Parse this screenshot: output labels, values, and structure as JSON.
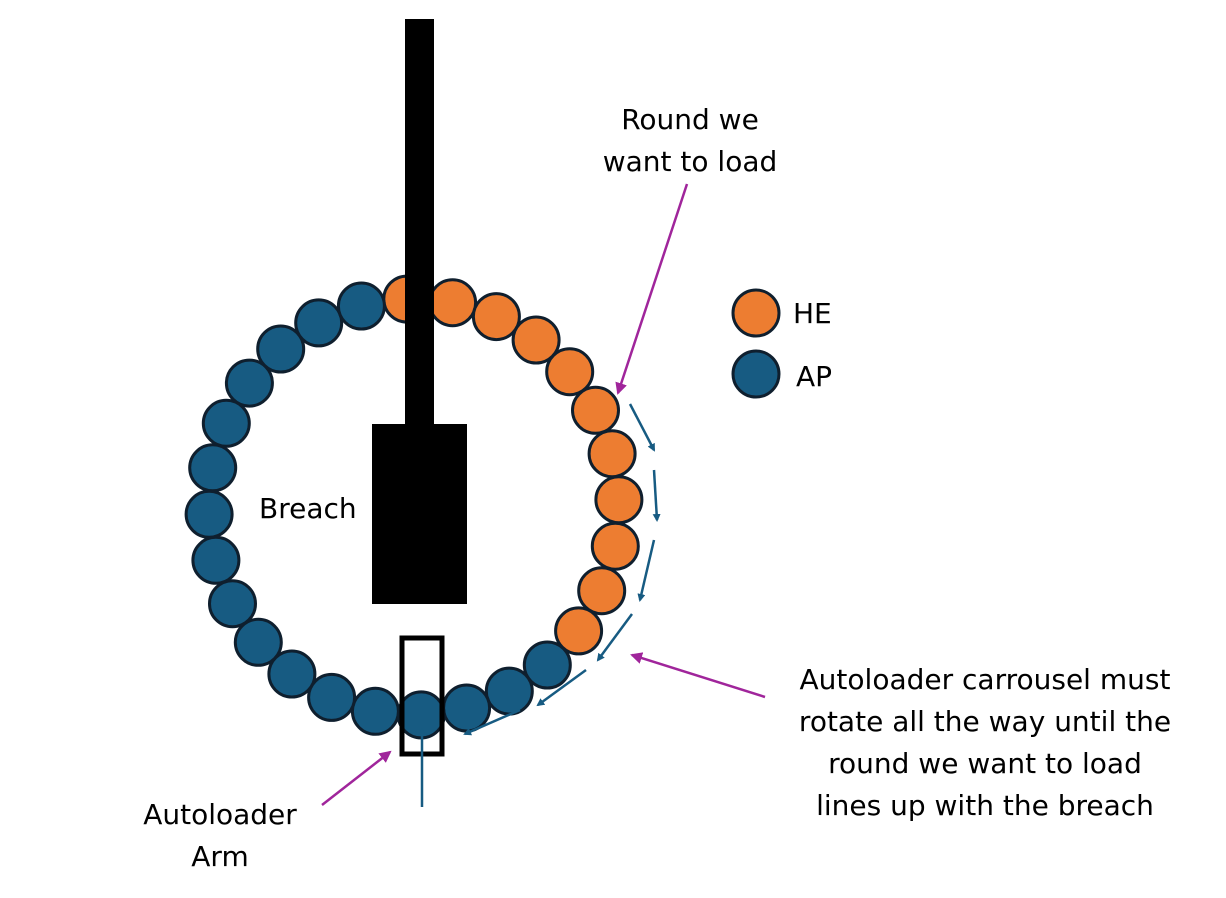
{
  "colors": {
    "he": "#ED7D31",
    "ap": "#175B82",
    "outline": "#0F1F2E",
    "barrel": "#000000",
    "flow_arrow": "#175B82",
    "callout_arrow": "#A0259B"
  },
  "labels": {
    "round_to_load": [
      "Round we",
      "want to load"
    ],
    "breach": "Breach",
    "autoloader_arm": [
      "Autoloader",
      "Arm"
    ],
    "carousel_note": [
      "Autoloader carrousel must",
      "rotate all the way until the",
      "round we want to load",
      "lines up with the breach"
    ]
  },
  "legend": [
    {
      "label": "HE",
      "kind": "he"
    },
    {
      "label": "AP",
      "kind": "ap"
    }
  ],
  "rounds": [
    "he",
    "he",
    "he",
    "he",
    "he",
    "he",
    "he",
    "he",
    "he",
    "he",
    "he",
    "ap",
    "ap",
    "ap",
    "ap",
    "ap",
    "ap",
    "ap",
    "ap",
    "ap",
    "ap",
    "ap",
    "ap",
    "ap",
    "ap",
    "ap",
    "ap",
    "ap"
  ]
}
